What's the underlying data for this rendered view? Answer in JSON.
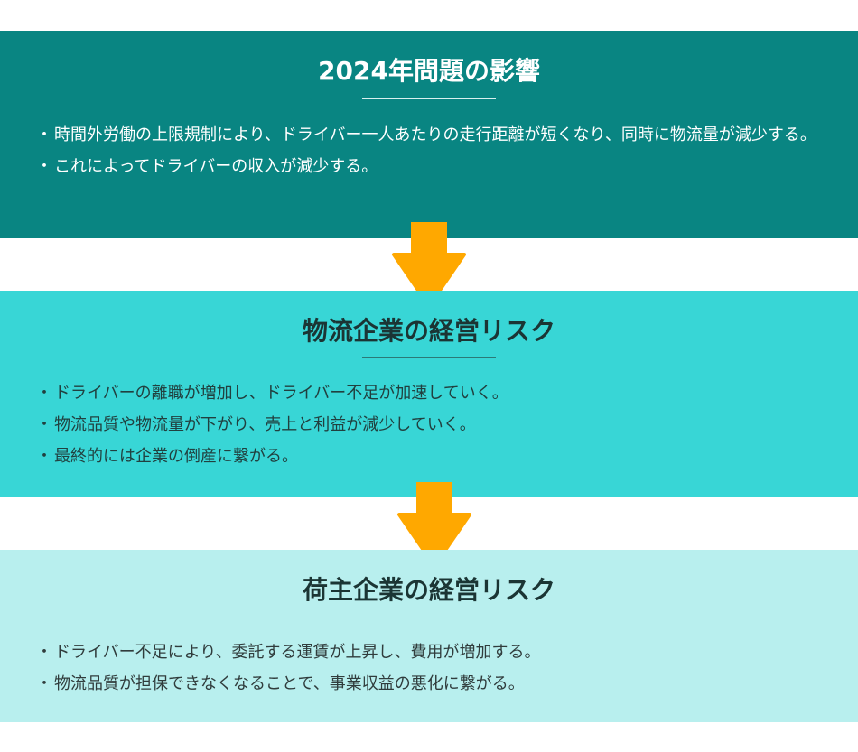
{
  "sections": [
    {
      "title": "2024年問題の影響",
      "bullets": [
        "時間外労働の上限規制により、ドライバー一人あたりの走行距離が短くなり、同時に物流量が減少する。",
        "これによってドライバーの収入が減少する。"
      ]
    },
    {
      "title": "物流企業の経営リスク",
      "bullets": [
        "ドライバーの離職が増加し、ドライバー不足が加速していく。",
        "物流品質や物流量が下がり、売上と利益が減少していく。",
        "最終的には企業の倒産に繋がる。"
      ]
    },
    {
      "title": "荷主企業の経営リスク",
      "bullets": [
        "ドライバー不足により、委託する運賃が上昇し、費用が増加する。",
        "物流品質が担保できなくなることで、事業収益の悪化に繋がる。"
      ]
    }
  ],
  "colors": {
    "section1_bg": "#098582",
    "section2_bg": "#38d6d6",
    "section3_bg": "#b8efee",
    "arrow": "#ffa800"
  },
  "icons": {
    "arrow": "arrow-down-icon"
  }
}
